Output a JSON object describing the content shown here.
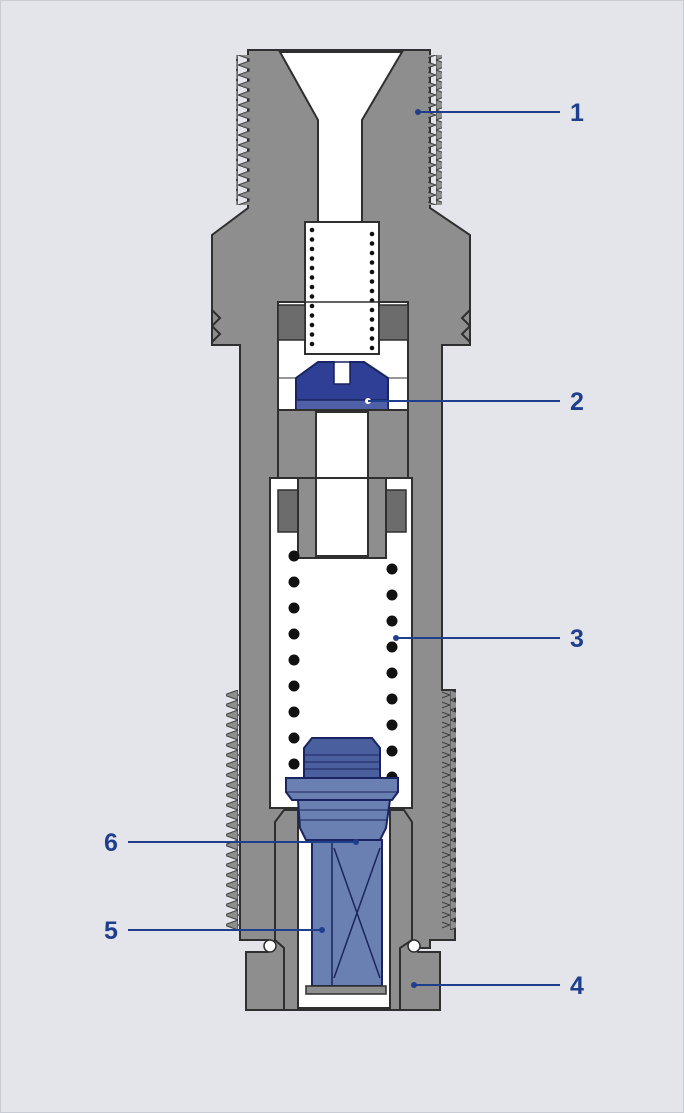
{
  "diagram": {
    "callouts": [
      {
        "id": "c1",
        "label": "1"
      },
      {
        "id": "c2",
        "label": "2"
      },
      {
        "id": "c3",
        "label": "3"
      },
      {
        "id": "c4",
        "label": "4"
      },
      {
        "id": "c5",
        "label": "5"
      },
      {
        "id": "c6",
        "label": "6"
      }
    ]
  },
  "colors": {
    "background": "#e3e5ea",
    "body_metal": "#8e8e8e",
    "body_dark": "#6c6c6c",
    "bore": "#ffffff",
    "valve_blue": "#2e3f95",
    "solenoid_blue": "#6b80b2",
    "callout": "#1f3f8c"
  }
}
